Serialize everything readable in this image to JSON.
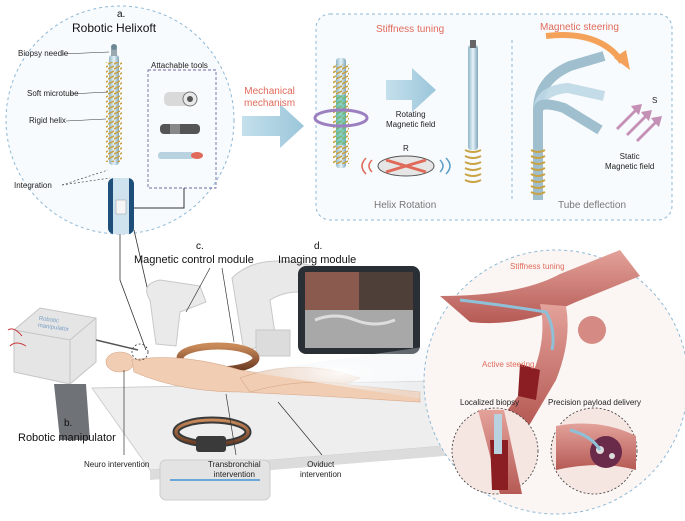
{
  "panel_a": {
    "title": "a.\nRobotic Helixoft",
    "title_line1": "a.",
    "title_line2": "Robotic Helixoft",
    "labels": {
      "biopsy_needle": "Biopsy needle",
      "soft_microtube": "Soft microtube",
      "rigid_helix": "Rigid helix",
      "integration": "Integration",
      "attachable_tools": "Attachable tools"
    }
  },
  "mechanism": {
    "arrow_label_line1": "Mechanical",
    "arrow_label_line2": "mechanism",
    "stiffness_tuning": "Stiffness tuning",
    "magnetic_steering": "Magnetic steering",
    "rotating_field_line1": "Rotating",
    "rotating_field_line2": "Magnetic field",
    "r_label": "R",
    "s_label": "S",
    "static_field_line1": "Static",
    "static_field_line2": "Magnetic field",
    "helix_rotation": "Helix Rotation",
    "tube_deflection": "Tube deflection"
  },
  "setup": {
    "c_label": "c.",
    "d_label": "d.",
    "magnetic_control_module": "Magnetic control module",
    "imaging_module": "Imaging module",
    "robot_text_line1": "Robotic",
    "robot_text_line2": "manipulator",
    "b_label": "b.",
    "robotic_manipulator": "Robotic manipulator",
    "neuro": "Neuro intervention",
    "transbronchial_line1": "Transbronchial",
    "transbronchial_line2": "intervention",
    "oviduct_line1": "Oviduct",
    "oviduct_line2": "intervention"
  },
  "zoom": {
    "stiffness_tuning": "Stiffness tuning",
    "active_steering": "Active steering",
    "localized_biopsy": "Localized biopsy",
    "precision_payload": "Precision payload delivery"
  },
  "colors": {
    "accent_red": "#e06a5a",
    "arrow_blue": "#a9cfe0",
    "orange": "#f4a259",
    "dashed_blue": "#8fb8d6"
  }
}
